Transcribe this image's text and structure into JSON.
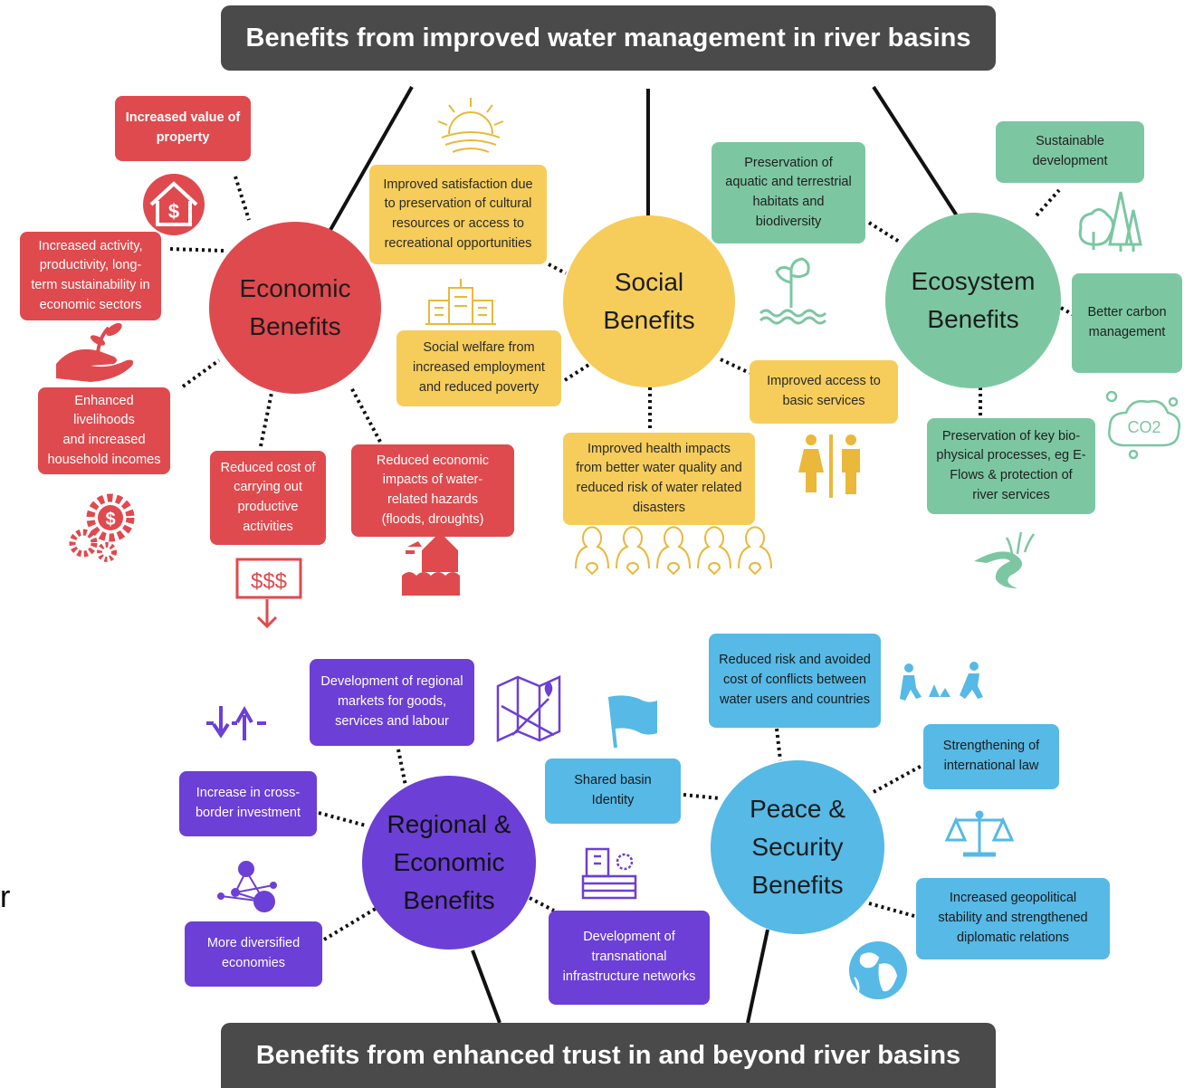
{
  "banners": {
    "top": "Benefits from improved water management in river basins",
    "bottom": "Benefits from enhanced trust in and beyond river basins"
  },
  "hubs": {
    "economic": "Economic\nBenefits",
    "social": "Social\nBenefits",
    "ecosystem": "Ecosystem\nBenefits",
    "regional": "Regional &\nEconomic\nBenefits",
    "peace": "Peace &\nSecurity\nBenefits"
  },
  "economic": {
    "property": "Increased value of\nproperty",
    "activity": "Increased activity,\nproductivity, long-\nterm sustainability in\neconomic sectors",
    "livelihoods": "Enhanced livelihoods\nand increased\nhousehold incomes",
    "cost": "Reduced cost of\ncarrying out\nproductive\nactivities",
    "hazards": "Reduced economic\nimpacts of water-\nrelated hazards\n(floods, droughts)",
    "dollar_sign": "$",
    "money_text": "$$$"
  },
  "social": {
    "satisfaction": "Improved satisfaction due\nto preservation of cultural\nresources or access to\nrecreational opportunities",
    "welfare": "Social welfare from\nincreased employment\nand reduced poverty",
    "health": "Improved health impacts\nfrom better water quality and\nreduced risk of water related\ndisasters",
    "access": "Improved access to\nbasic services"
  },
  "ecosystem": {
    "sustainable": "Sustainable\ndevelopment",
    "habitats": "Preservation of\naquatic and terrestrial\nhabitats and\nbiodiversity",
    "carbon": "Better carbon\nmanagement",
    "processes": "Preservation of key bio-\nphysical processes, eg E-\nFlows & protection of\nriver services",
    "co2_text": "CO2"
  },
  "regional": {
    "markets": "Development of regional\nmarkets for goods,\nservices and labour",
    "investment": "Increase in cross-\nborder investment",
    "diversified": "More diversified\neconomies",
    "infrastructure": "Development of\ntransnational\ninfrastructure networks"
  },
  "peace": {
    "conflicts": "Reduced risk and avoided\ncost of conflicts between\nwater users and countries",
    "identity": "Shared basin\nIdentity",
    "law": "Strengthening of\ninternational law",
    "stability": "Increased geopolitical\nstability and strengthened\ndiplomatic relations"
  },
  "side_text": "r",
  "colors": {
    "economic": "#df4a4e",
    "social": "#f6cd5a",
    "ecosystem": "#7cc7a2",
    "regional": "#6c3fd6",
    "peace": "#56b9e6",
    "banner": "#4a4a4a",
    "social_icon": "#eab83a"
  },
  "icons": [
    "sun-icon",
    "house-dollar-icon",
    "hand-plant-icon",
    "dollar-gears-icon",
    "money-down-icon",
    "flood-house-icon",
    "building-icon",
    "restroom-icon",
    "people-hearts-icon",
    "sprout-water-icon",
    "trees-icon",
    "co2-cloud-icon",
    "river-icon",
    "arrows-updown-icon",
    "map-icon",
    "network-icon",
    "infrastructure-icon",
    "flag-icon",
    "running-people-icon",
    "scales-icon",
    "globe-icon"
  ]
}
